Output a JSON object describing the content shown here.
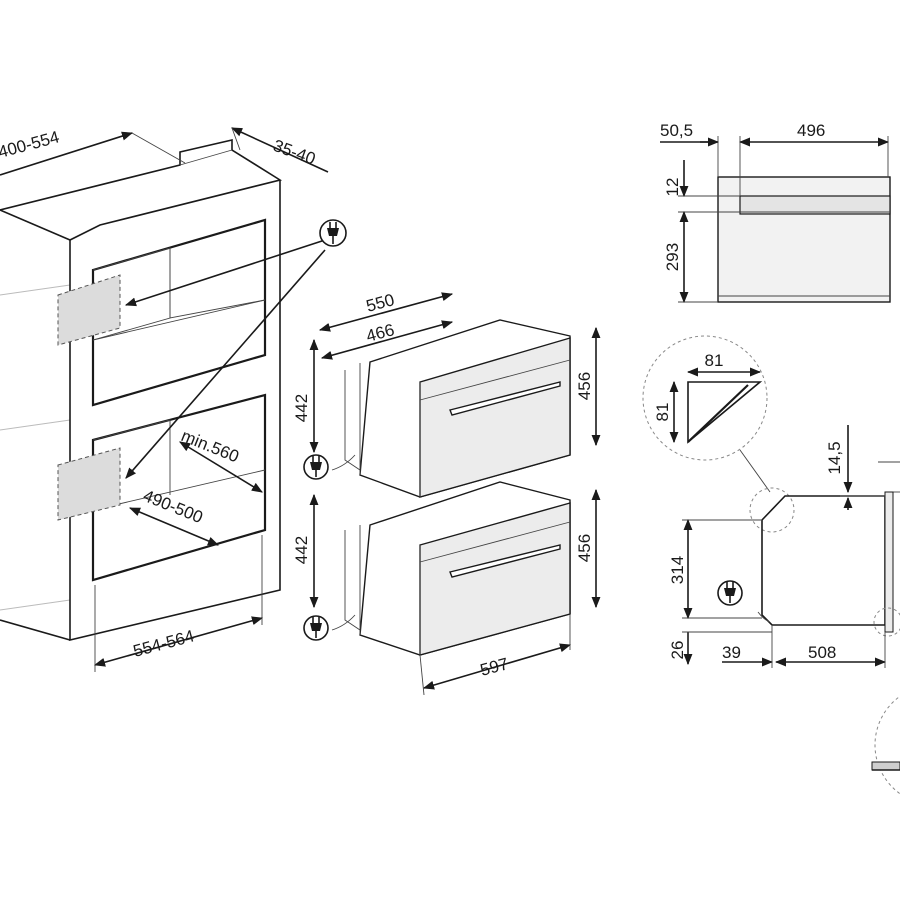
{
  "dimensions": {
    "niche_depth": "400-554",
    "gap": "35-40",
    "niche_height_min": "min.560",
    "niche_width_inner": "490-500",
    "niche_width_outer": "554-564",
    "oven_depth_total": "550",
    "oven_depth_body": "466",
    "oven_height_body_top": "442",
    "oven_height_front_top": "456",
    "oven_height_body_bottom": "442",
    "oven_height_front_bottom": "456",
    "oven_width_front": "597",
    "side_front_thickness": "50,5",
    "side_depth": "496",
    "side_top_height": "12",
    "side_body_height": "293",
    "detail_a": "81",
    "detail_b": "81",
    "detail_c": "14,5",
    "profile_height": "314",
    "profile_foot": "26",
    "profile_offset": "39",
    "profile_depth": "508"
  },
  "icons": {
    "plug": "power-plug-icon"
  }
}
